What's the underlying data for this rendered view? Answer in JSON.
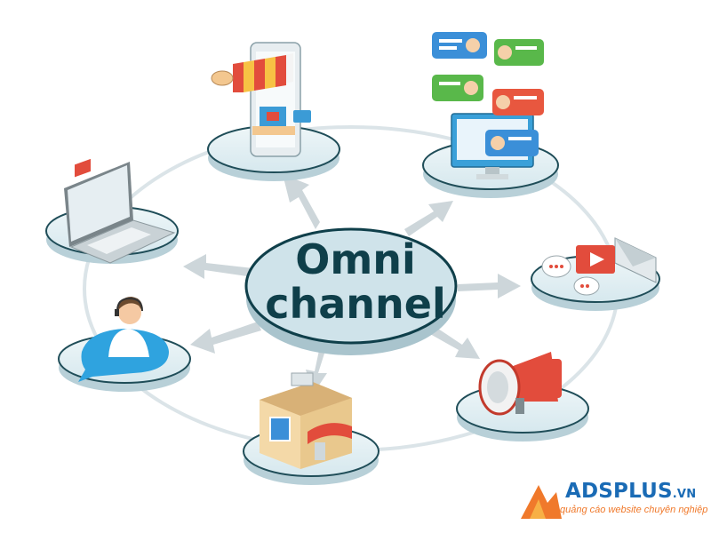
{
  "hub": {
    "line1": "Omni",
    "line2": "channel"
  },
  "channels": [
    {
      "id": "mobile-store",
      "icon": "mobile-shop-icon"
    },
    {
      "id": "reviews-monitor",
      "icon": "review-chat-monitor-icon"
    },
    {
      "id": "laptop",
      "icon": "laptop-icon"
    },
    {
      "id": "messages-video",
      "icon": "chat-video-email-icon"
    },
    {
      "id": "call-center",
      "icon": "headset-agent-icon"
    },
    {
      "id": "megaphone",
      "icon": "megaphone-icon"
    },
    {
      "id": "physical-store",
      "icon": "retail-store-icon"
    }
  ],
  "brand": {
    "name": "ADSPLUS",
    "tld": ".VN",
    "tagline": "quảng cáo website chuyên nghiệp"
  },
  "colors": {
    "hub_fill": "#cfe3ea",
    "hub_text": "#0f3f4a",
    "platform": "#dfeef2",
    "arrow": "#c8d2d6",
    "brand_blue": "#1a6bb5",
    "brand_orange": "#f0792b"
  }
}
